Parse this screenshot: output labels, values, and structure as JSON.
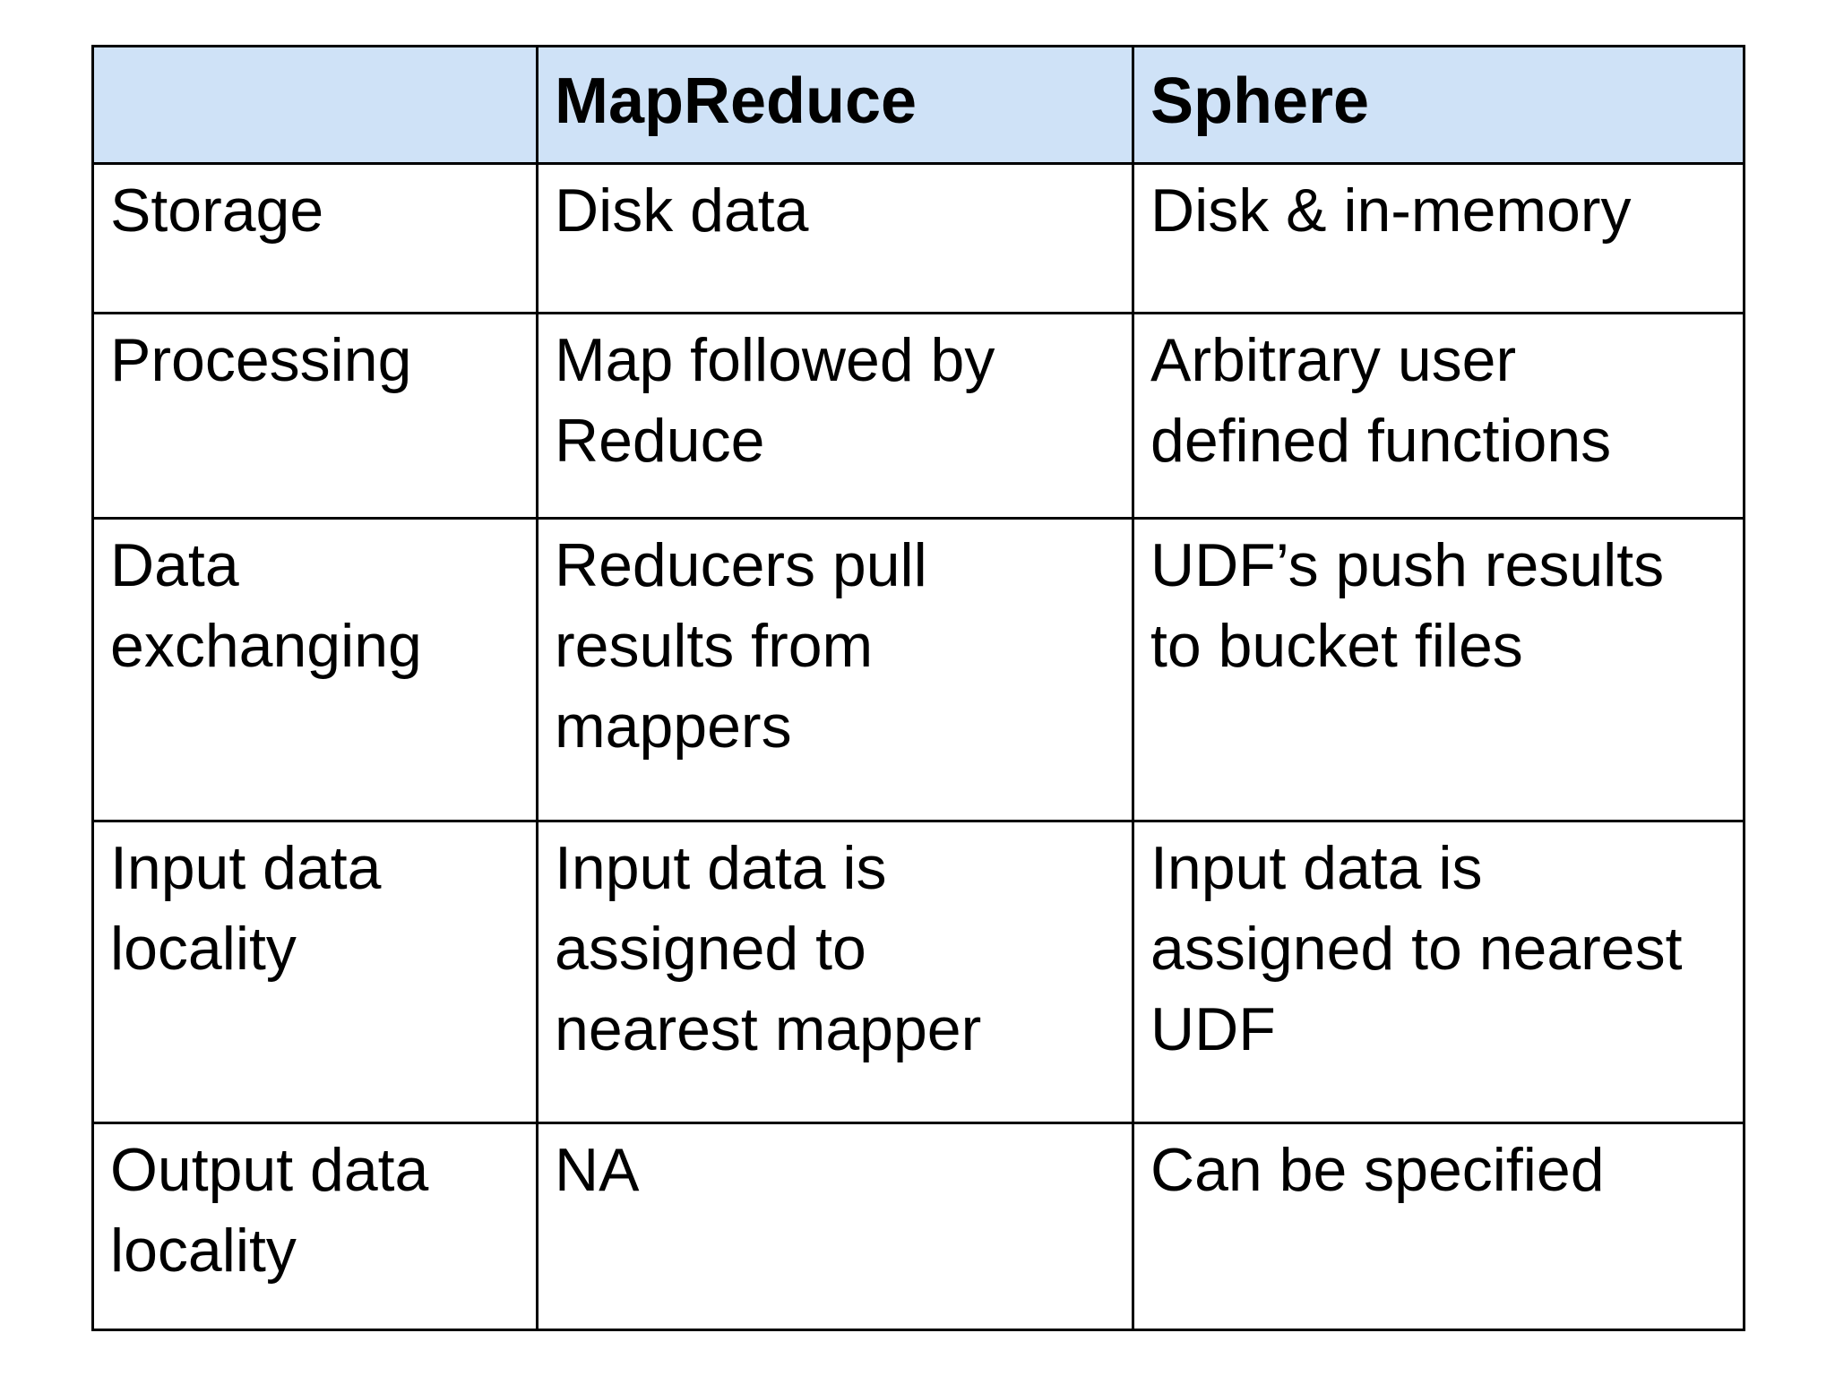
{
  "header": {
    "col1": "",
    "col2": "MapReduce",
    "col3": "Sphere"
  },
  "rows": [
    {
      "label": "Storage",
      "mapreduce": "Disk data",
      "sphere": "Disk & in-memory"
    },
    {
      "label": "Processing",
      "mapreduce": "Map followed by\nReduce",
      "sphere": "Arbitrary user\ndefined functions"
    },
    {
      "label": "Data\nexchanging",
      "mapreduce": "Reducers pull\nresults from\nmappers",
      "sphere": "UDF’s push results\nto bucket files"
    },
    {
      "label": "Input data\nlocality",
      "mapreduce": "Input data is\nassigned to\nnearest mapper",
      "sphere": "Input data is\nassigned to nearest\nUDF"
    },
    {
      "label": "Output data\nlocality",
      "mapreduce": "NA",
      "sphere": "Can be specified"
    }
  ],
  "colors": {
    "header_bg": "#cfe2f7",
    "border": "#000000",
    "text": "#000000",
    "page_bg": "#ffffff"
  }
}
